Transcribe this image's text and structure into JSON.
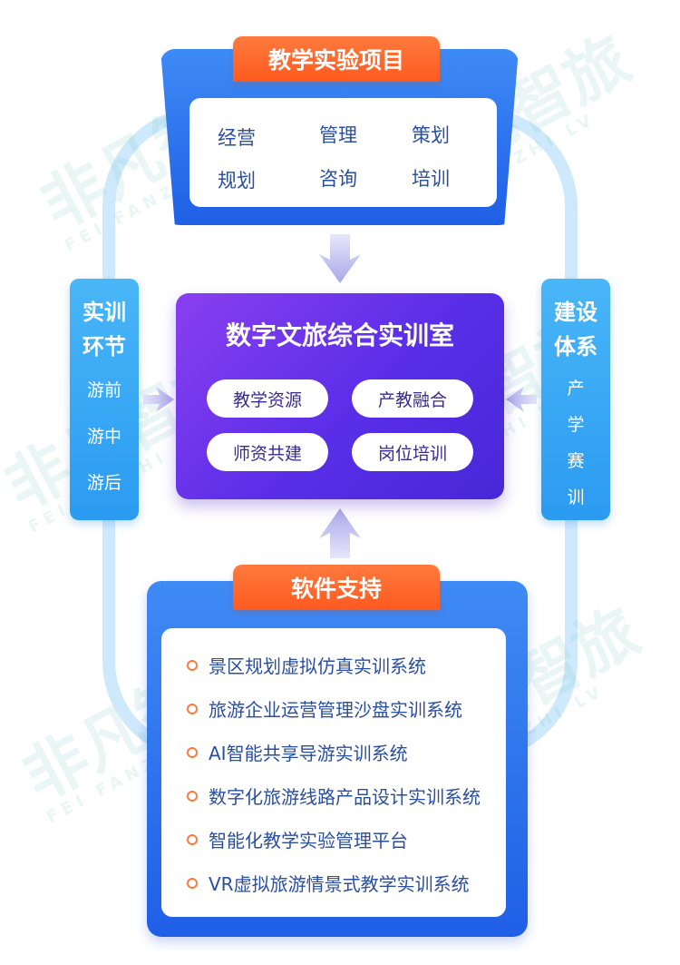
{
  "watermark": {
    "brand_text": "非凡智旅",
    "brand_latin": "FEI FANZHI LV"
  },
  "project": {
    "title": "教学实验项目",
    "items": [
      "经营",
      "管理",
      "策划",
      "规划",
      "咨询",
      "培训"
    ]
  },
  "center": {
    "title": "数字文旅综合实训室",
    "pills": [
      "教学资源",
      "产教融合",
      "师资共建",
      "岗位培训"
    ]
  },
  "left_column": {
    "title_lines": [
      "实训",
      "环节"
    ],
    "items": [
      "游前",
      "游中",
      "游后"
    ]
  },
  "right_column": {
    "title_lines": [
      "建设",
      "体系"
    ],
    "items": [
      "产",
      "学",
      "赛",
      "训"
    ]
  },
  "software": {
    "title": "软件支持",
    "items": [
      "景区规划虚拟仿真实训系统",
      "旅游企业运营管理沙盘实训系统",
      "AI智能共享导游实训系统",
      "数字化旅游线路产品设计实训系统",
      "智能化教学实验管理平台",
      "VR虚拟旅游情景式教学实训系统"
    ]
  },
  "colors": {
    "panel_blue": "#1f5fe6",
    "tab_orange": "#ff5a1f",
    "center_purple": "#6a34ea",
    "side_blue": "#2b9bf2",
    "ring_light_blue": "#cfe9fc",
    "arrow_lavender": "#b7b6ee"
  }
}
